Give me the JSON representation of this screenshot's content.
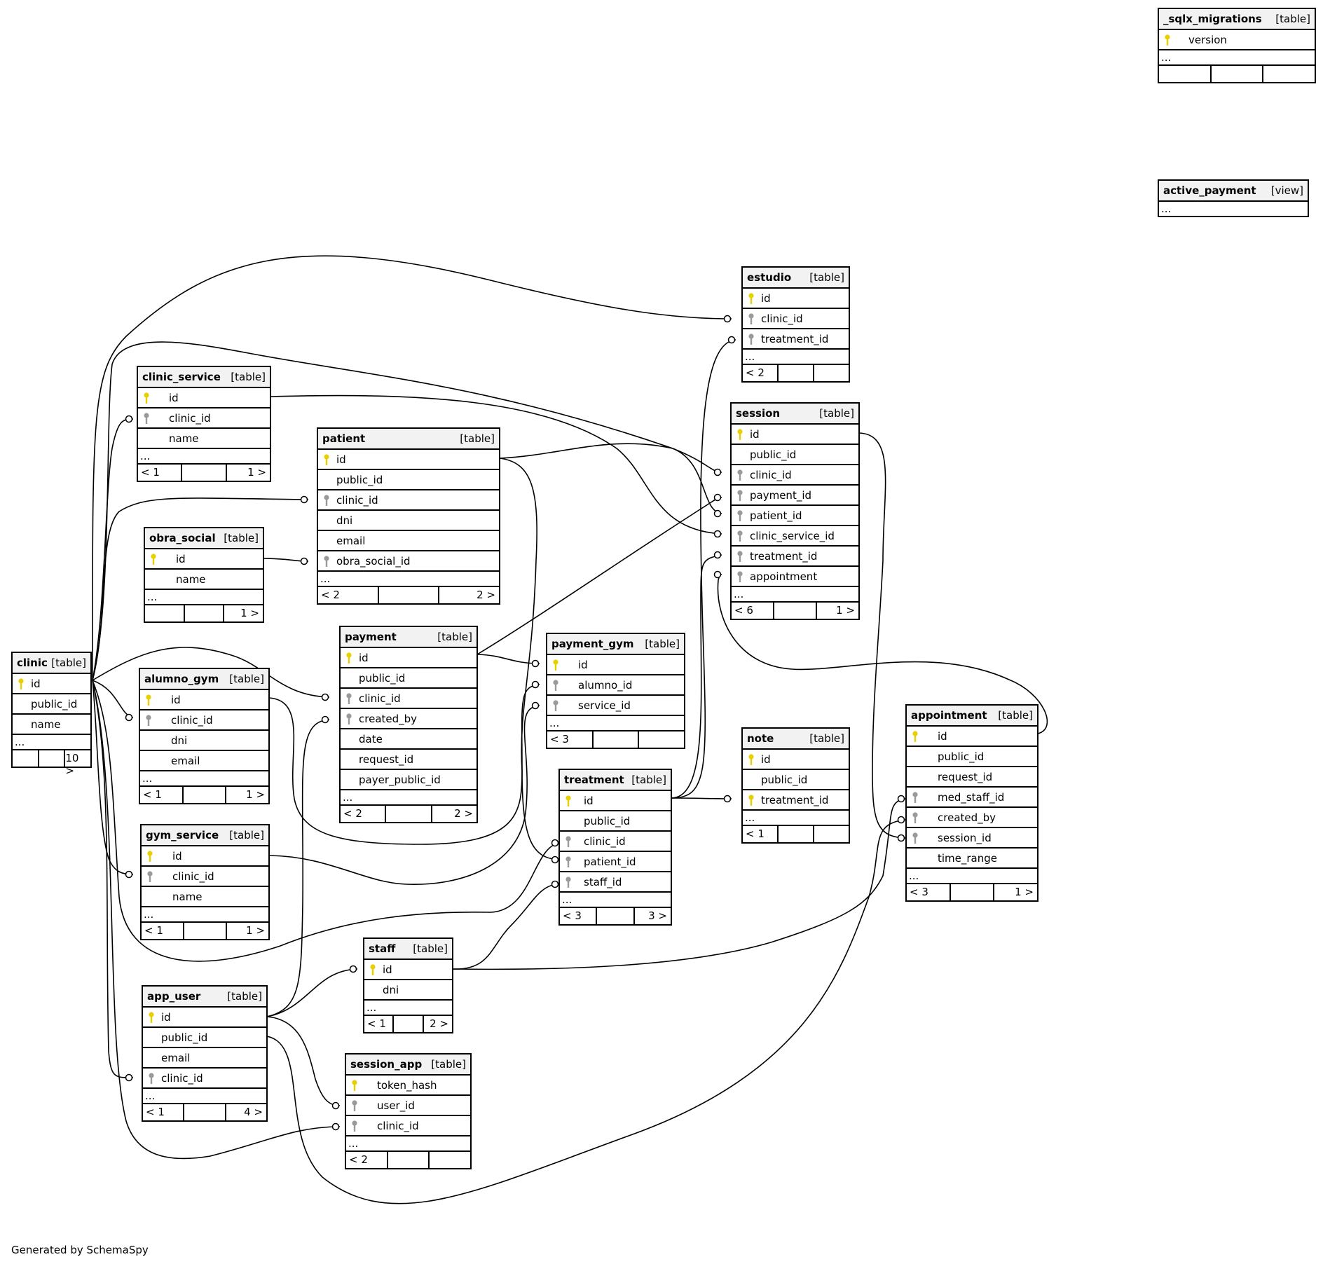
{
  "footer": "Generated by SchemaSpy",
  "ellipsis": "...",
  "colors": {
    "primary_key": "#e8d000",
    "foreign_key": "#9a9a9a",
    "header_bg": "#f2f2f2"
  },
  "tables": {
    "sqlx_migrations": {
      "name": "_sqlx_migrations",
      "kind": "[table]",
      "columns": [
        {
          "name": "version",
          "key": "pk"
        }
      ],
      "footer": [
        "",
        "",
        ""
      ]
    },
    "active_payment": {
      "name": "active_payment",
      "kind": "[view]",
      "columns": []
    },
    "estudio": {
      "name": "estudio",
      "kind": "[table]",
      "columns": [
        {
          "name": "id",
          "key": "pk"
        },
        {
          "name": "clinic_id",
          "key": "fk"
        },
        {
          "name": "treatment_id",
          "key": "fk"
        }
      ],
      "footer": [
        "< 2",
        "",
        ""
      ]
    },
    "clinic_service": {
      "name": "clinic_service",
      "kind": "[table]",
      "columns": [
        {
          "name": "id",
          "key": "pk"
        },
        {
          "name": "clinic_id",
          "key": "fk"
        },
        {
          "name": "name",
          "key": ""
        }
      ],
      "footer": [
        "< 1",
        "",
        "1 >"
      ]
    },
    "session": {
      "name": "session",
      "kind": "[table]",
      "columns": [
        {
          "name": "id",
          "key": "pk"
        },
        {
          "name": "public_id",
          "key": ""
        },
        {
          "name": "clinic_id",
          "key": "fk"
        },
        {
          "name": "payment_id",
          "key": "fk"
        },
        {
          "name": "patient_id",
          "key": "fk"
        },
        {
          "name": "clinic_service_id",
          "key": "fk"
        },
        {
          "name": "treatment_id",
          "key": "fk"
        },
        {
          "name": "appointment",
          "key": "fk"
        }
      ],
      "footer": [
        "< 6",
        "",
        "1 >"
      ]
    },
    "patient": {
      "name": "patient",
      "kind": "[table]",
      "columns": [
        {
          "name": "id",
          "key": "pk"
        },
        {
          "name": "public_id",
          "key": ""
        },
        {
          "name": "clinic_id",
          "key": "fk"
        },
        {
          "name": "dni",
          "key": ""
        },
        {
          "name": "email",
          "key": ""
        },
        {
          "name": "obra_social_id",
          "key": "fk"
        }
      ],
      "footer": [
        "< 2",
        "",
        "2 >"
      ]
    },
    "obra_social": {
      "name": "obra_social",
      "kind": "[table]",
      "columns": [
        {
          "name": "id",
          "key": "pk"
        },
        {
          "name": "name",
          "key": ""
        }
      ],
      "footer": [
        "",
        "",
        "1 >"
      ]
    },
    "clinic": {
      "name": "clinic",
      "kind": "[table]",
      "columns": [
        {
          "name": "id",
          "key": "pk"
        },
        {
          "name": "public_id",
          "key": ""
        },
        {
          "name": "name",
          "key": ""
        }
      ],
      "footer": [
        "",
        "",
        "10 >"
      ]
    },
    "alumno_gym": {
      "name": "alumno_gym",
      "kind": "[table]",
      "columns": [
        {
          "name": "id",
          "key": "pk"
        },
        {
          "name": "clinic_id",
          "key": "fk"
        },
        {
          "name": "dni",
          "key": ""
        },
        {
          "name": "email",
          "key": ""
        }
      ],
      "footer": [
        "< 1",
        "",
        "1 >"
      ]
    },
    "payment": {
      "name": "payment",
      "kind": "[table]",
      "columns": [
        {
          "name": "id",
          "key": "pk"
        },
        {
          "name": "public_id",
          "key": ""
        },
        {
          "name": "clinic_id",
          "key": "fk"
        },
        {
          "name": "created_by",
          "key": "fk"
        },
        {
          "name": "date",
          "key": ""
        },
        {
          "name": "request_id",
          "key": ""
        },
        {
          "name": "payer_public_id",
          "key": ""
        }
      ],
      "footer": [
        "< 2",
        "",
        "2 >"
      ]
    },
    "payment_gym": {
      "name": "payment_gym",
      "kind": "[table]",
      "columns": [
        {
          "name": "id",
          "key": "pk"
        },
        {
          "name": "alumno_id",
          "key": "fk"
        },
        {
          "name": "service_id",
          "key": "fk"
        }
      ],
      "footer": [
        "< 3",
        "",
        ""
      ]
    },
    "note": {
      "name": "note",
      "kind": "[table]",
      "columns": [
        {
          "name": "id",
          "key": "pk"
        },
        {
          "name": "public_id",
          "key": ""
        },
        {
          "name": "treatment_id",
          "key": "pk"
        }
      ],
      "footer": [
        "< 1",
        "",
        ""
      ]
    },
    "appointment": {
      "name": "appointment",
      "kind": "[table]",
      "columns": [
        {
          "name": "id",
          "key": "pk"
        },
        {
          "name": "public_id",
          "key": ""
        },
        {
          "name": "request_id",
          "key": ""
        },
        {
          "name": "med_staff_id",
          "key": "fk"
        },
        {
          "name": "created_by",
          "key": "fk"
        },
        {
          "name": "session_id",
          "key": "fk"
        },
        {
          "name": "time_range",
          "key": ""
        }
      ],
      "footer": [
        "< 3",
        "",
        "1 >"
      ]
    },
    "treatment": {
      "name": "treatment",
      "kind": "[table]",
      "columns": [
        {
          "name": "id",
          "key": "pk"
        },
        {
          "name": "public_id",
          "key": ""
        },
        {
          "name": "clinic_id",
          "key": "fk"
        },
        {
          "name": "patient_id",
          "key": "fk"
        },
        {
          "name": "staff_id",
          "key": "fk"
        }
      ],
      "footer": [
        "< 3",
        "",
        "3 >"
      ]
    },
    "gym_service": {
      "name": "gym_service",
      "kind": "[table]",
      "columns": [
        {
          "name": "id",
          "key": "pk"
        },
        {
          "name": "clinic_id",
          "key": "fk"
        },
        {
          "name": "name",
          "key": ""
        }
      ],
      "footer": [
        "< 1",
        "",
        "1 >"
      ]
    },
    "staff": {
      "name": "staff",
      "kind": "[table]",
      "columns": [
        {
          "name": "id",
          "key": "pk"
        },
        {
          "name": "dni",
          "key": ""
        }
      ],
      "footer": [
        "< 1",
        "",
        "2 >"
      ]
    },
    "app_user": {
      "name": "app_user",
      "kind": "[table]",
      "columns": [
        {
          "name": "id",
          "key": "pk"
        },
        {
          "name": "public_id",
          "key": ""
        },
        {
          "name": "email",
          "key": ""
        },
        {
          "name": "clinic_id",
          "key": "fk"
        }
      ],
      "footer": [
        "< 1",
        "",
        "4 >"
      ]
    },
    "session_app": {
      "name": "session_app",
      "kind": "[table]",
      "columns": [
        {
          "name": "token_hash",
          "key": "pk"
        },
        {
          "name": "user_id",
          "key": "fk"
        },
        {
          "name": "clinic_id",
          "key": "fk"
        }
      ],
      "footer": [
        "< 2",
        "",
        ""
      ]
    }
  },
  "relationships": [
    {
      "from": "estudio.clinic_id",
      "to": "clinic.id"
    },
    {
      "from": "estudio.treatment_id",
      "to": "treatment.id"
    },
    {
      "from": "clinic_service.clinic_id",
      "to": "clinic.id"
    },
    {
      "from": "session.clinic_id",
      "to": "clinic.id"
    },
    {
      "from": "session.payment_id",
      "to": "payment.id"
    },
    {
      "from": "session.patient_id",
      "to": "patient.id"
    },
    {
      "from": "session.clinic_service_id",
      "to": "clinic_service.id"
    },
    {
      "from": "session.treatment_id",
      "to": "treatment.id"
    },
    {
      "from": "session.appointment",
      "to": "appointment.id"
    },
    {
      "from": "patient.clinic_id",
      "to": "clinic.id"
    },
    {
      "from": "patient.obra_social_id",
      "to": "obra_social.id"
    },
    {
      "from": "alumno_gym.clinic_id",
      "to": "clinic.id"
    },
    {
      "from": "payment.clinic_id",
      "to": "clinic.id"
    },
    {
      "from": "payment.created_by",
      "to": "app_user.id"
    },
    {
      "from": "payment_gym.id",
      "to": "payment.id"
    },
    {
      "from": "payment_gym.alumno_id",
      "to": "alumno_gym.id"
    },
    {
      "from": "payment_gym.service_id",
      "to": "gym_service.id"
    },
    {
      "from": "note.treatment_id",
      "to": "treatment.id"
    },
    {
      "from": "appointment.med_staff_id",
      "to": "staff.id"
    },
    {
      "from": "appointment.created_by",
      "to": "app_user.id"
    },
    {
      "from": "appointment.session_id",
      "to": "session.id"
    },
    {
      "from": "treatment.clinic_id",
      "to": "clinic.id"
    },
    {
      "from": "treatment.patient_id",
      "to": "patient.id"
    },
    {
      "from": "treatment.staff_id",
      "to": "staff.id"
    },
    {
      "from": "gym_service.clinic_id",
      "to": "clinic.id"
    },
    {
      "from": "staff.id",
      "to": "app_user.id"
    },
    {
      "from": "app_user.clinic_id",
      "to": "clinic.id"
    },
    {
      "from": "session_app.user_id",
      "to": "app_user.id"
    },
    {
      "from": "session_app.clinic_id",
      "to": "clinic.id"
    }
  ]
}
